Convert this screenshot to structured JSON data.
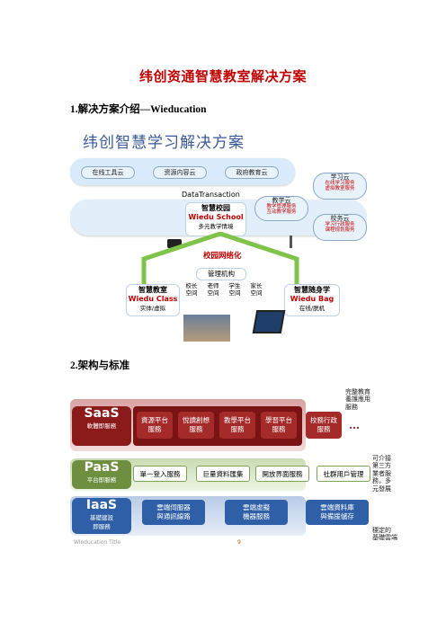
{
  "doc": {
    "title": "纬创资通智慧教室解决方案",
    "section1": "1.解决方案介绍—Wieducation",
    "section2": "2.架构与标准"
  },
  "figure1": {
    "title": "纬创智慧学习解决方案",
    "clouds": [
      "在线工具云",
      "资源内容云",
      "政府教育云"
    ],
    "data_transaction": "DataTransaction",
    "school_title": "智慧校园",
    "school_name": "Wiedu School",
    "school_sub": "多元教学情境",
    "teach_cloud": {
      "title": "教学云",
      "line1": "教学管理服务",
      "line2": "互动教学服务"
    },
    "learn_cloud": {
      "title": "学习云",
      "line1": "在线学习服务",
      "line2": "虚拟教室服务"
    },
    "admin_cloud": {
      "title": "校务云",
      "line1": "学习行政服务",
      "line2": "课程规划服务"
    },
    "network": "校园网络化",
    "manage": "管理机构",
    "spaces": [
      "校长\n空间",
      "老师\n空间",
      "学生\n空间",
      "家长\n空间"
    ],
    "class_title": "智慧教室",
    "class_name": "Wiedu Class",
    "class_sub": "实体/虚拟",
    "bag_title": "智慧随身学",
    "bag_name": "Wiedu Bag",
    "bag_sub": "在线/脱机"
  },
  "figure2": {
    "saas": {
      "name": "SaaS",
      "sub": "軟體即服務",
      "color": "#8b1a1a",
      "boxes": [
        "資源平台\n服務",
        "悅讀創想\n服務",
        "教學平台\n服務",
        "學習平台\n服務",
        "校務行政\n服務"
      ],
      "side": "完整教育\n養護應用\n服務",
      "dots": "…"
    },
    "paas": {
      "name": "PaaS",
      "sub": "平台即服務",
      "color": "#6d8f3f",
      "boxes": [
        "單一登入服務",
        "巨量資料匯集",
        "開放界面服務",
        "社群用戶管理"
      ],
      "side": "可介接\n第三方\n業者服\n務，多\n元發展"
    },
    "iaas": {
      "name": "IaaS",
      "sub": "基礎建設\n即服務",
      "color": "#2f5fa7",
      "boxes": [
        "雲端伺服器\n與通訊線路",
        "雲端虛擬\n機器服務",
        "雲端資料庫\n與備援儲存"
      ],
      "side": "穩定的\n基礎雲端"
    },
    "footer_left": "Wieducation Title",
    "page": "9"
  }
}
